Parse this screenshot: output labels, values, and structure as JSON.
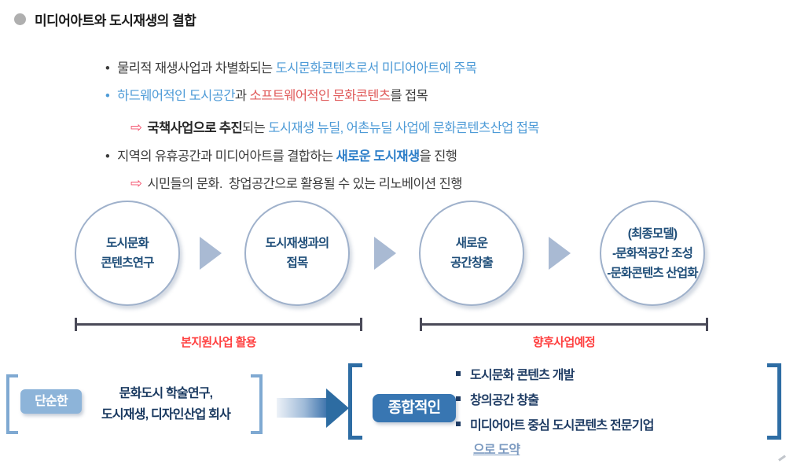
{
  "colors": {
    "accent_blue": "#4E9BD7",
    "accent_blue_bold": "#2E7FC9",
    "accent_red_text": "#E05C5C",
    "arrow_glyph_red": "#F4516C",
    "range_label_red": "#FF4141",
    "circle_text_navy": "#1F4E79",
    "circle_border": "#9FB1CB",
    "flow_arrow": "#A9BAD3",
    "range_line": "#4A4A58",
    "badge_light_bg": "#8DB4D9",
    "badge_dark_bg": "#3876B2",
    "bracket_light": "#7FA9D2",
    "bracket_dark": "#2E6DA4",
    "bottom_text_navy": "#1F3C64"
  },
  "header": {
    "title": "미디어아트와 도시재생의 결합"
  },
  "bullets": [
    {
      "marker": "•",
      "segments": [
        {
          "text": "물리적 재생사업과 차별화되는 "
        },
        {
          "text": "도시문화콘텐츠로서 미디어아트에 주목"
        }
      ]
    },
    {
      "marker": "•",
      "segments": [
        {
          "text": "하드웨어적인 도시공간"
        },
        {
          "text": "과 "
        },
        {
          "text": "소프트웨어적인 문화콘텐츠"
        },
        {
          "text": "를 접목"
        }
      ]
    },
    {
      "marker": "⇨",
      "segments": [
        {
          "text": "국책사업으로 추진"
        },
        {
          "text": "되는 "
        },
        {
          "text": "도시재생 뉴딜, 어촌뉴딜 사업에 문화콘텐츠산업 접목"
        }
      ]
    },
    {
      "marker": "•",
      "segments": [
        {
          "text": "지역의 유휴공간과 미디어아트를 결합하는 "
        },
        {
          "text": "새로운 도시재생"
        },
        {
          "text": "을 진행"
        }
      ]
    },
    {
      "marker": "⇨",
      "segments": [
        {
          "text": "시민들의 문화.  창업공간으로 활용될 수 있는 리노베이션 진행"
        }
      ]
    }
  ],
  "flow": {
    "steps": [
      {
        "lines": [
          "도시문화",
          "콘텐츠연구"
        ]
      },
      {
        "lines": [
          "도시재생과의",
          "접목"
        ]
      },
      {
        "lines": [
          "새로운",
          "공간창출"
        ]
      },
      {
        "lines": [
          "(최종모델)",
          "-문화적공간 조성",
          "-문화콘텐츠 산업화"
        ]
      }
    ],
    "ranges": [
      {
        "label": "본지원사업 활용"
      },
      {
        "label": "향후사업예정"
      }
    ]
  },
  "transform": {
    "before": {
      "badge": "단순한",
      "line1": "문화도시 학술연구,",
      "line2": "도시재생, 디자인산업 회사"
    },
    "after": {
      "badge": "종합적인",
      "items": [
        "도시문화 콘텐츠 개발",
        "창의공간 창출",
        "미디어아트 중심 도시콘텐츠 전문기업"
      ],
      "suffix": "으로 도약"
    }
  }
}
